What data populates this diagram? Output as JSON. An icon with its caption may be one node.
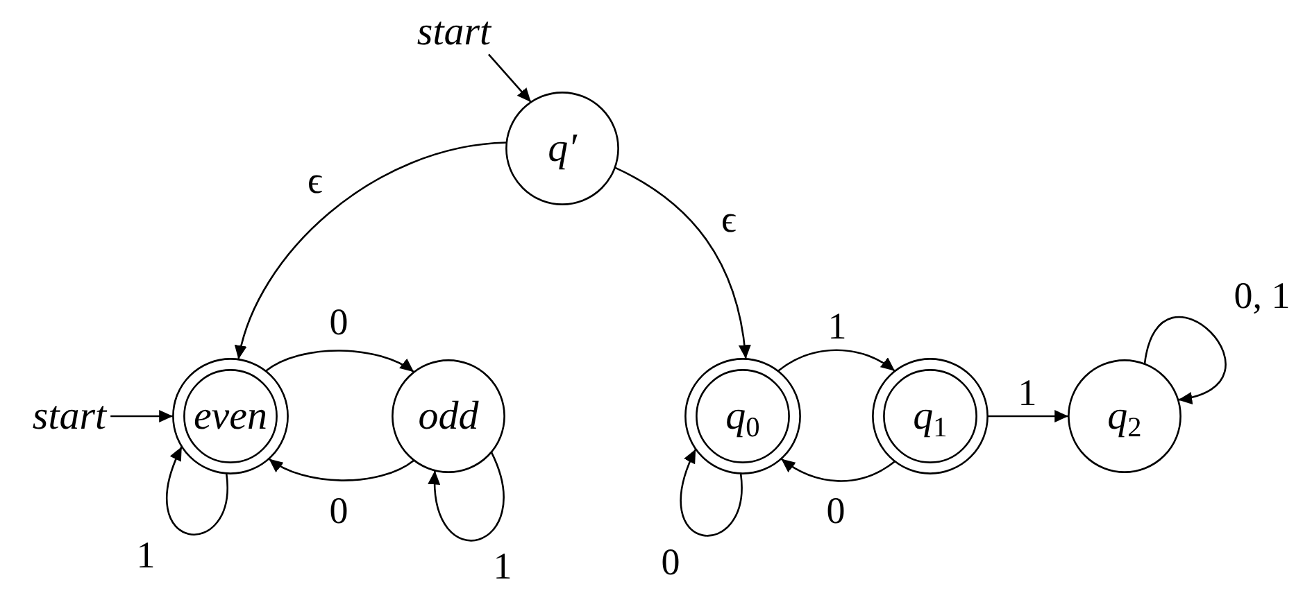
{
  "diagram": {
    "nodes": [
      {
        "text": [
          "start"
        ]
      },
      {
        "text": [
          "q′"
        ]
      },
      {
        "text": [
          "start"
        ]
      },
      {
        "text": [
          "even"
        ]
      },
      {
        "text": [
          "odd"
        ]
      },
      {
        "text": [
          "q$_{0}$"
        ]
      },
      {
        "text": [
          "q$_{1}$"
        ]
      },
      {
        "text": [
          "q$_{2}$"
        ]
      }
    ],
    "edges": [
      {
        "from": 0,
        "to": 1,
        "arrow": "to"
      },
      {
        "from": 1,
        "to": 3,
        "arrow": "to",
        "label": "ϵ"
      },
      {
        "from": 1,
        "to": 5,
        "arrow": "to",
        "label": "ϵ"
      },
      {
        "from": 2,
        "to": 3,
        "arrow": "to"
      },
      {
        "from": 3,
        "to": 4,
        "arrow": "to",
        "label": "0"
      },
      {
        "from": 4,
        "to": 3,
        "arrow": "to",
        "label": "0"
      },
      {
        "from": 3,
        "to": 3,
        "arrow": "to",
        "label": "1"
      },
      {
        "from": 4,
        "to": 4,
        "arrow": "to",
        "label": "1"
      },
      {
        "from": 5,
        "to": 6,
        "arrow": "to",
        "label": "1"
      },
      {
        "from": 6,
        "to": 5,
        "arrow": "to",
        "label": "0"
      },
      {
        "from": 5,
        "to": 5,
        "arrow": "to",
        "label": "0"
      },
      {
        "from": 6,
        "to": 7,
        "arrow": "to",
        "label": "1"
      },
      {
        "from": 7,
        "to": 7,
        "arrow": "to",
        "label": "0, 1"
      }
    ]
  }
}
